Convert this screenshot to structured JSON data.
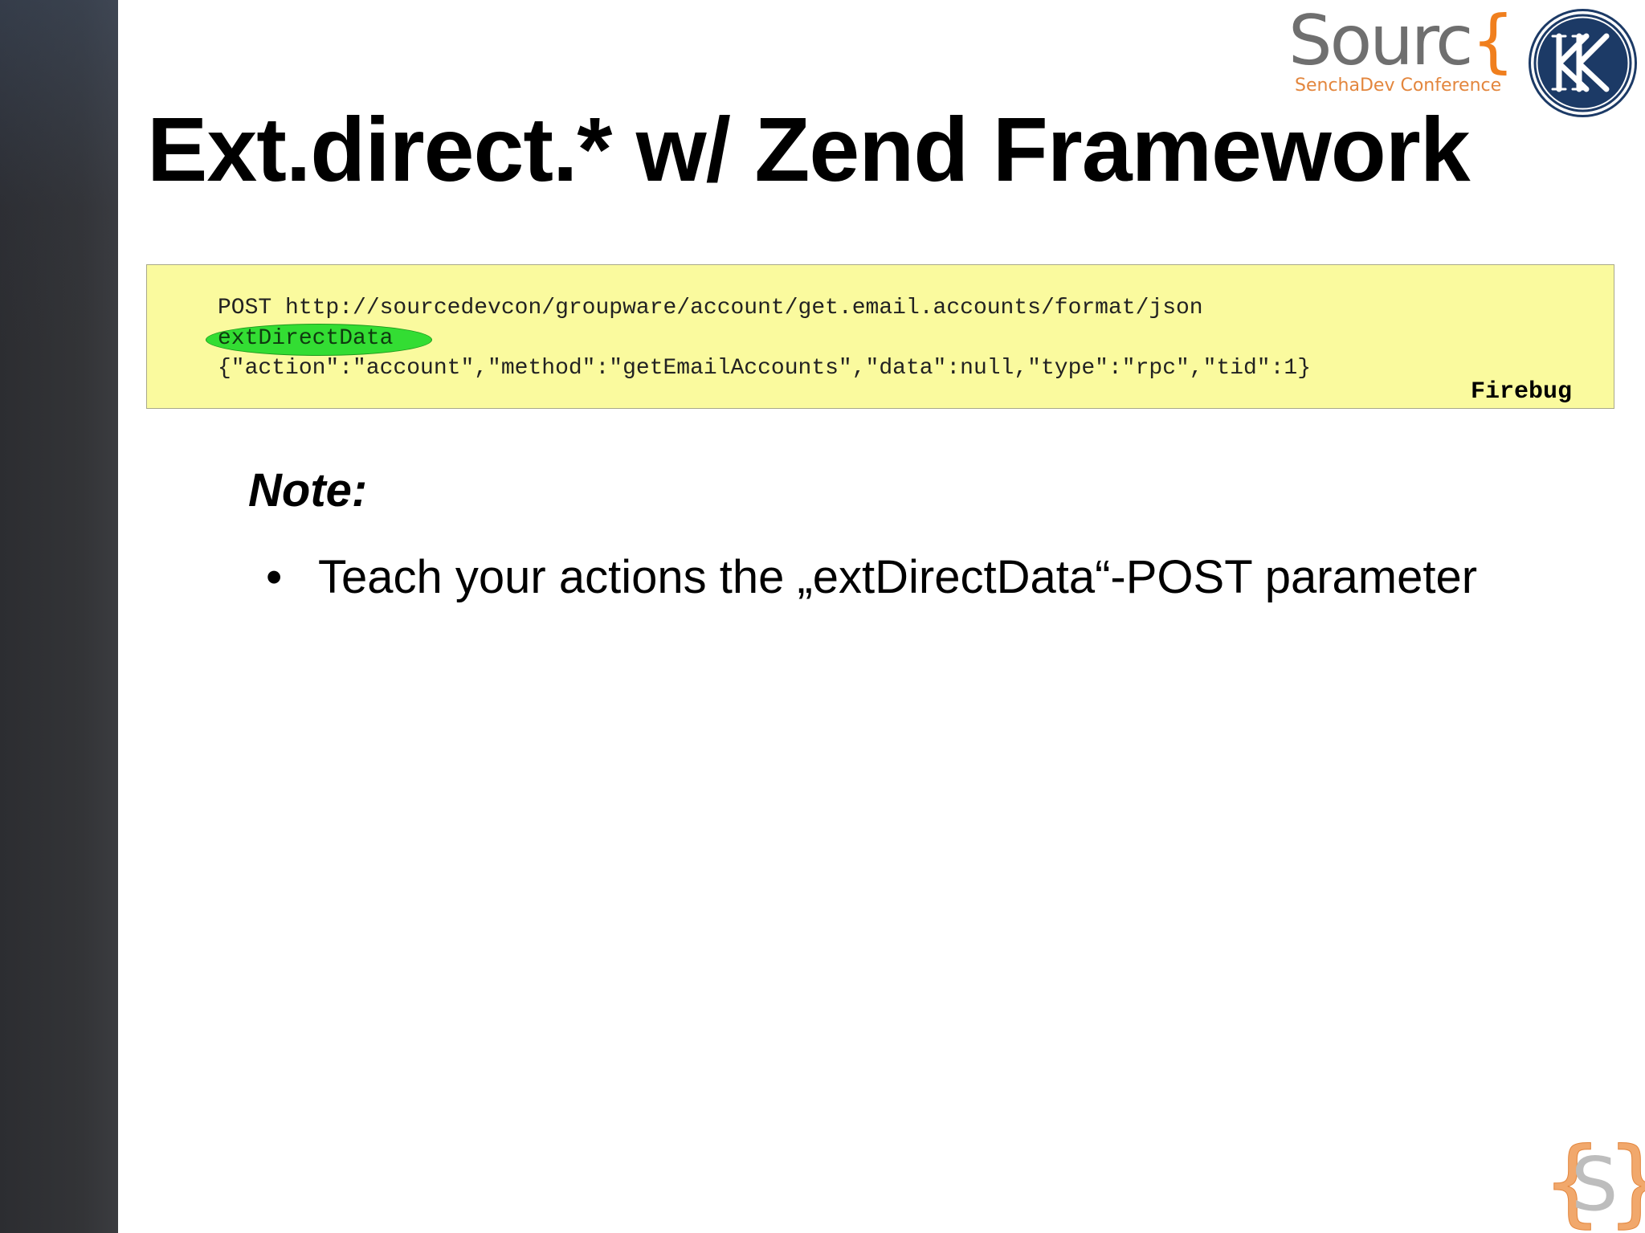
{
  "slide": {
    "title": "Ext.direct.* w/ Zend Framework",
    "branding": {
      "wordmark_main": "Sourc",
      "wordmark_brace": "{",
      "wordmark_sub": "SenchaDev Conference",
      "seal_icon": "kk-seal-logo-icon",
      "corner_icon": "source-brace-s-logo-icon",
      "brand_orange": "#f07f1e",
      "seal_navy": "#1c3a66"
    },
    "code_box": {
      "background": "#fafa9e",
      "lines": [
        "POST http://sourcedevcon/groupware/account/get.email.accounts/format/json",
        "extDirectData",
        "{\"action\":\"account\",\"method\":\"getEmailAccounts\",\"data\":null,\"type\":\"rpc\",\"tid\":1}"
      ],
      "highlighted_term": "extDirectData",
      "highlight_color": "#33dd33",
      "source_label": "Firebug"
    },
    "note": {
      "heading": "Note:",
      "bullets": [
        {
          "marker": "•",
          "text": "Teach your actions the „extDirectData“-POST parameter"
        }
      ]
    }
  }
}
